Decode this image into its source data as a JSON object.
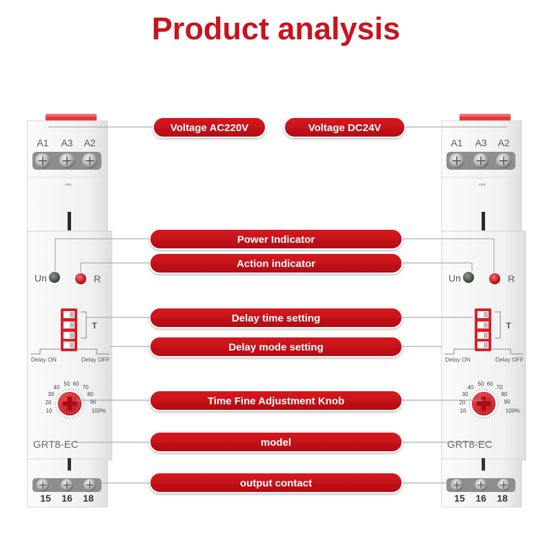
{
  "title": "Product analysis",
  "colors": {
    "accent": "#c8141c",
    "pill": "#c8141c",
    "leader": "#9a9a9a",
    "device_body": "#f2f2f2"
  },
  "callouts": {
    "voltage_ac": "Voltage AC220V",
    "voltage_dc": "Voltage DC24V",
    "power_indicator": "Power Indicator",
    "action_indicator": "Action indicator",
    "delay_time": "Delay time setting",
    "delay_mode": "Delay mode setting",
    "knob": "Time Fine Adjustment Knob",
    "model": "model",
    "output_contact": "output contact"
  },
  "device": {
    "top_terminals": [
      "A1",
      "A3",
      "A2"
    ],
    "power_led_label": "Un",
    "action_led_label": "R",
    "dip_label": "T",
    "delay_on": "Delay ON",
    "delay_off": "Delay OFF",
    "knob_scale": [
      "10",
      "20",
      "30",
      "40",
      "50",
      "60",
      "70",
      "80",
      "90",
      "100%"
    ],
    "model": "GRT8-EC",
    "bottom_terminals": [
      "15",
      "16",
      "18"
    ]
  }
}
